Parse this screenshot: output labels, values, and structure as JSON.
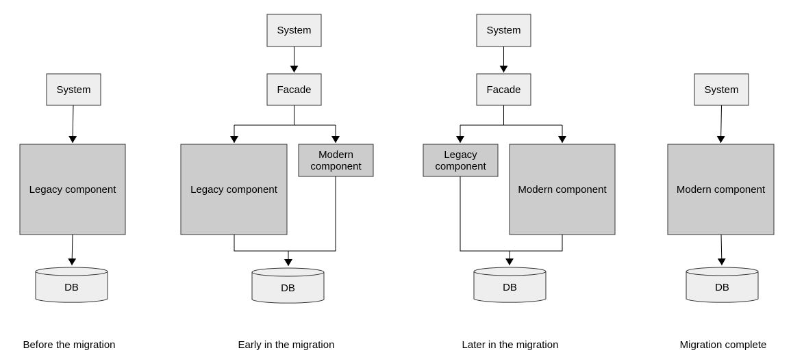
{
  "stages": [
    {
      "caption": "Before the migration",
      "system": "System",
      "legacy": "Legacy component",
      "db": "DB"
    },
    {
      "caption": "Early in the migration",
      "system": "System",
      "facade": "Facade",
      "legacy": "Legacy component",
      "modern": [
        "Modern",
        "component"
      ],
      "db": "DB"
    },
    {
      "caption": "Later in the migration",
      "system": "System",
      "facade": "Facade",
      "legacy": [
        "Legacy",
        "component"
      ],
      "modern": "Modern component",
      "db": "DB"
    },
    {
      "caption": "Migration complete",
      "system": "System",
      "modern": "Modern component",
      "db": "DB"
    }
  ]
}
